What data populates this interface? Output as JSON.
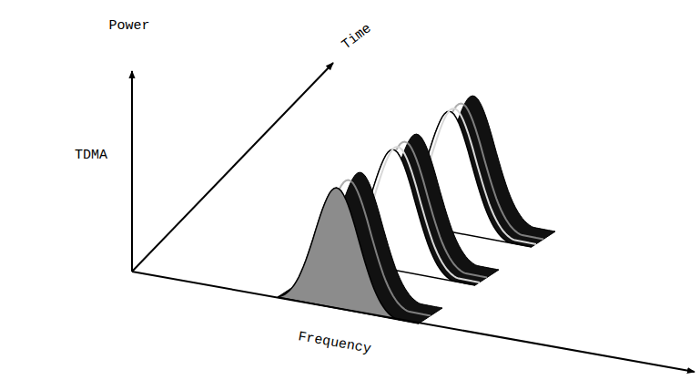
{
  "diagram": {
    "labels": [
      "Power",
      "Time",
      "TDMA",
      "Frequency"
    ]
  }
}
